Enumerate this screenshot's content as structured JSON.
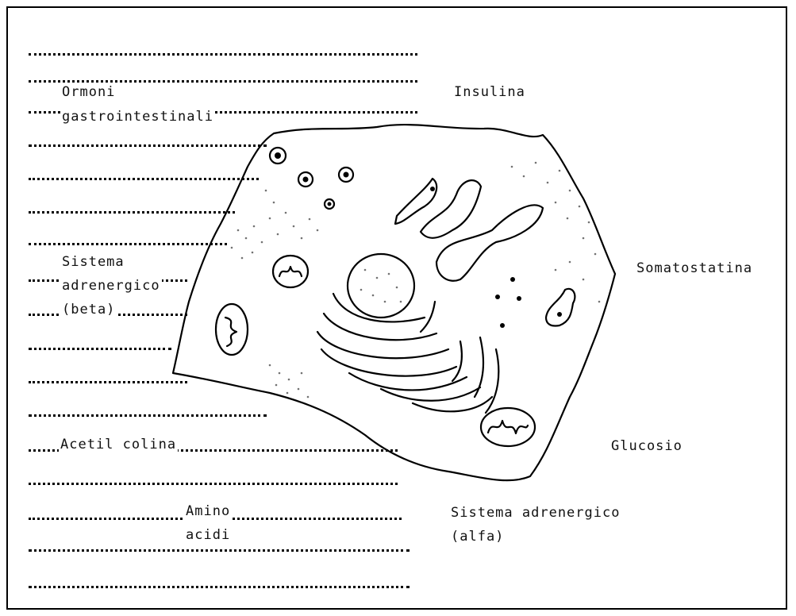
{
  "labels": {
    "ormoni_1": "Ormoni",
    "ormoni_2": "gastrointestinali",
    "insulina": "Insulina",
    "sistema_beta_1": "Sistema",
    "sistema_beta_2": "adrenergico",
    "sistema_beta_3": "(beta)",
    "somatostatina": "Somatostatina",
    "acetil": "Acetil colina",
    "glucosio": "Glucosio",
    "amino_1": "Amino",
    "amino_2": "acidi",
    "sistema_alfa_1": "Sistema adrenergico",
    "sistema_alfa_2": "(alfa)"
  },
  "colors": {
    "line": "#000000",
    "background": "#ffffff"
  }
}
